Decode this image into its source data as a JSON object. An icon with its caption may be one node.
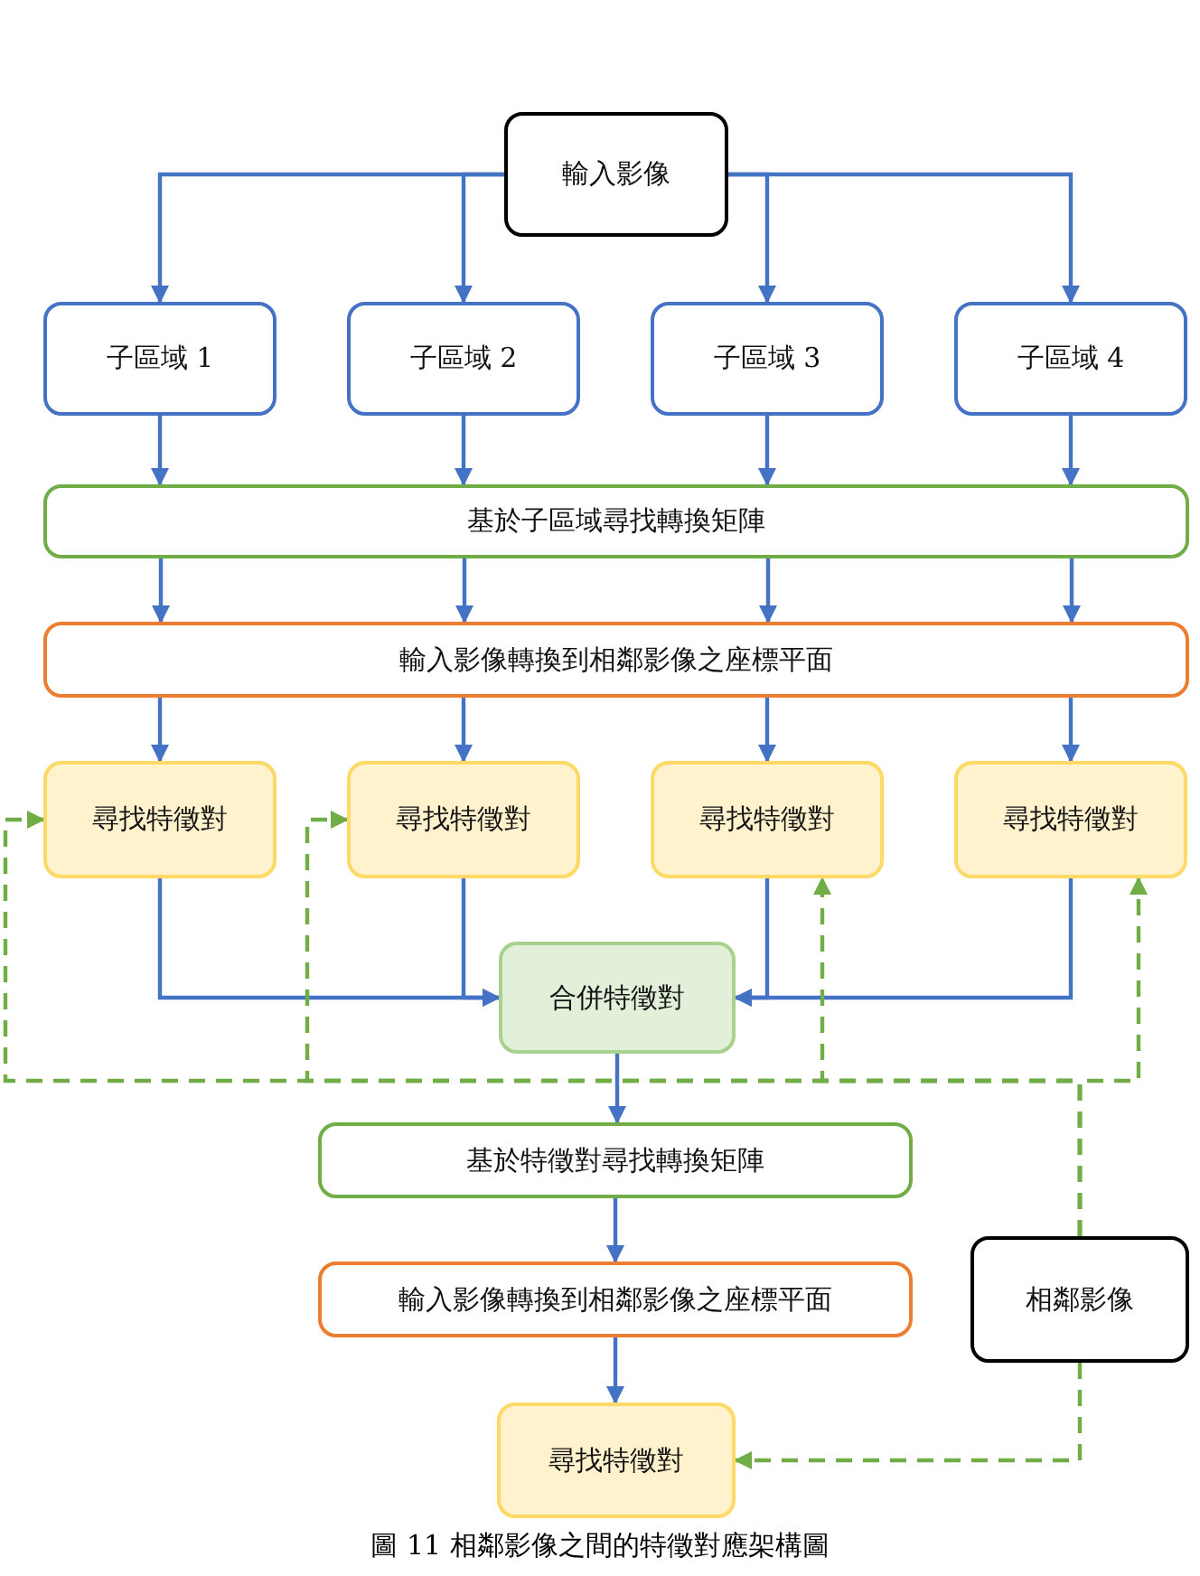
{
  "diagram": {
    "caption": "圖 11 相鄰影像之間的特徵對應架構圖",
    "nodes": [
      {
        "text": [
          "輸入影像"
        ]
      },
      {
        "text": [
          "子區域 1"
        ]
      },
      {
        "text": [
          "子區域 2"
        ]
      },
      {
        "text": [
          "子區域 3"
        ]
      },
      {
        "text": [
          "子區域 4"
        ]
      },
      {
        "text": [
          "基於子區域尋找轉換矩陣"
        ]
      },
      {
        "text": [
          "輸入影像轉換到相鄰影像之座標平面"
        ]
      },
      {
        "text": [
          "尋找特徵對"
        ]
      },
      {
        "text": [
          "尋找特徵對"
        ]
      },
      {
        "text": [
          "尋找特徵對"
        ]
      },
      {
        "text": [
          "尋找特徵對"
        ]
      },
      {
        "text": [
          "合併特徵對"
        ]
      },
      {
        "text": [
          "基於特徵對尋找轉換矩陣"
        ]
      },
      {
        "text": [
          "相鄰影像"
        ]
      },
      {
        "text": [
          "輸入影像轉換到相鄰影像之座標平面"
        ]
      },
      {
        "text": [
          "尋找特徵對"
        ]
      }
    ],
    "edges": [
      {
        "from": 0,
        "to": 1,
        "arrow": "to"
      },
      {
        "from": 0,
        "to": 2,
        "arrow": "to"
      },
      {
        "from": 0,
        "to": 3,
        "arrow": "to"
      },
      {
        "from": 0,
        "to": 4,
        "arrow": "to"
      },
      {
        "from": 1,
        "to": 5,
        "arrow": "to"
      },
      {
        "from": 2,
        "to": 5,
        "arrow": "to"
      },
      {
        "from": 3,
        "to": 5,
        "arrow": "to"
      },
      {
        "from": 4,
        "to": 5,
        "arrow": "to"
      },
      {
        "from": 5,
        "to": 6,
        "arrow": "to"
      },
      {
        "from": 5,
        "to": 6,
        "arrow": "to"
      },
      {
        "from": 5,
        "to": 6,
        "arrow": "to"
      },
      {
        "from": 5,
        "to": 6,
        "arrow": "to"
      },
      {
        "from": 6,
        "to": 7,
        "arrow": "to"
      },
      {
        "from": 6,
        "to": 8,
        "arrow": "to"
      },
      {
        "from": 6,
        "to": 9,
        "arrow": "to"
      },
      {
        "from": 6,
        "to": 10,
        "arrow": "to"
      },
      {
        "from": 7,
        "to": 11,
        "arrow": "to"
      },
      {
        "from": 8,
        "to": 11,
        "arrow": "to"
      },
      {
        "from": 9,
        "to": 11,
        "arrow": "to"
      },
      {
        "from": 10,
        "to": 11,
        "arrow": "to"
      },
      {
        "from": 11,
        "to": 12,
        "arrow": "to"
      },
      {
        "from": 12,
        "to": 14,
        "arrow": "to"
      },
      {
        "from": 14,
        "to": 15,
        "arrow": "to"
      },
      {
        "from": 13,
        "to": 7,
        "arrow": "to",
        "style": "dashed",
        "color": "#70ad47"
      },
      {
        "from": 13,
        "to": 8,
        "arrow": "to",
        "style": "dashed",
        "color": "#70ad47"
      },
      {
        "from": 13,
        "to": 9,
        "arrow": "to",
        "style": "dashed",
        "color": "#70ad47"
      },
      {
        "from": 13,
        "to": 10,
        "arrow": "to",
        "style": "dashed",
        "color": "#70ad47"
      },
      {
        "from": 13,
        "to": 15,
        "arrow": "to",
        "style": "dashed",
        "color": "#70ad47"
      }
    ]
  }
}
